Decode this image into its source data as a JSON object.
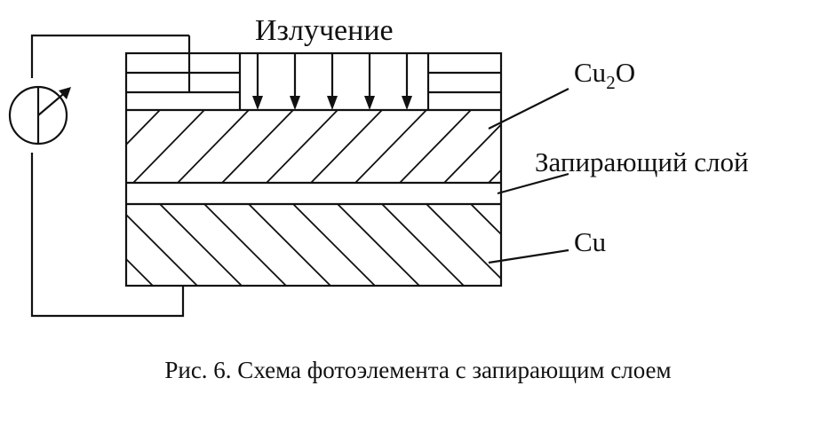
{
  "labels": {
    "radiation": "Излучение",
    "cu2o_main": "Cu",
    "cu2o_sub": "2",
    "cu2o_tail": "O",
    "barrier": "Запирающий слой",
    "cu": "Cu"
  },
  "caption": "Рис. 6. Схема фотоэлемента с запирающим слоем",
  "colors": {
    "ink": "#111111",
    "background": "#ffffff"
  },
  "icons": {
    "galvanometer": "galvanometer-icon"
  }
}
